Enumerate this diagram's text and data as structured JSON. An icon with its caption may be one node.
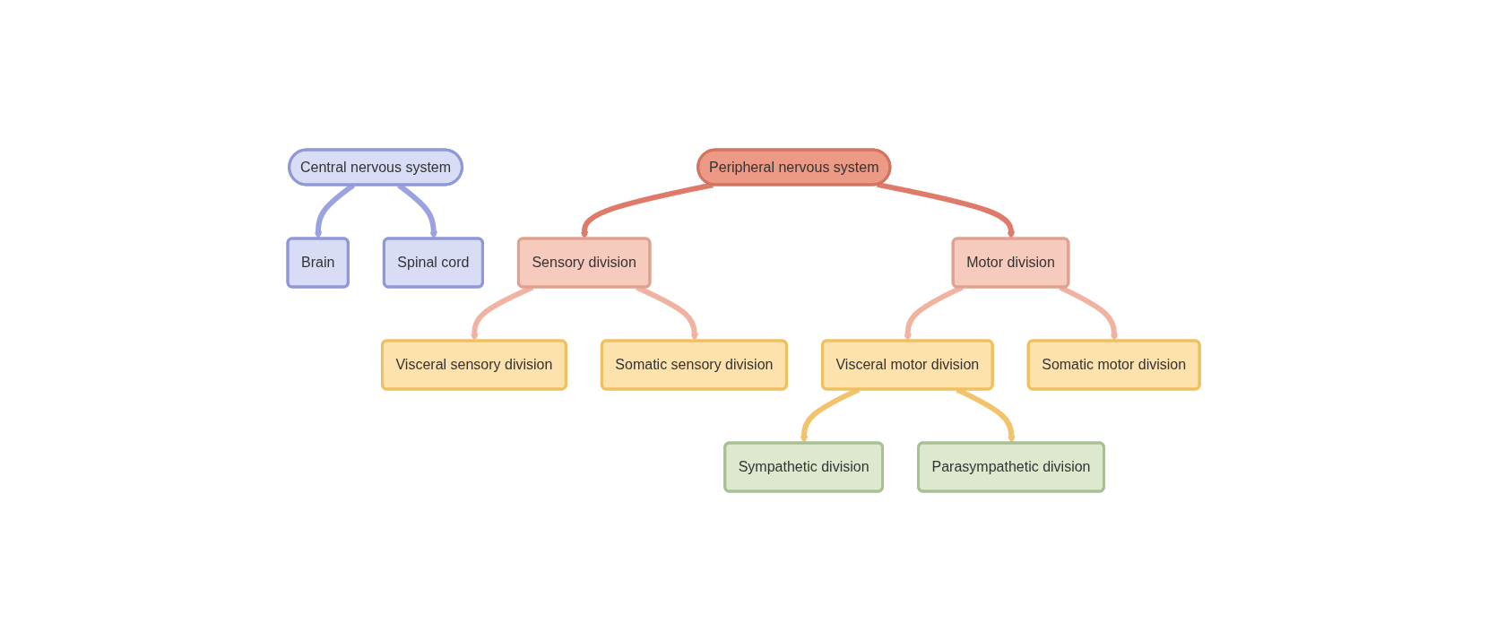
{
  "diagram": {
    "nodes": [
      {
        "text": [
          "Central nervous system"
        ]
      },
      {
        "text": [
          "Peripheral nervous system"
        ]
      },
      {
        "text": [
          "Brain"
        ]
      },
      {
        "text": [
          "Spinal cord"
        ]
      },
      {
        "text": [
          "Sensory division"
        ]
      },
      {
        "text": [
          "Motor division"
        ]
      },
      {
        "text": [
          "Visceral sensory division"
        ]
      },
      {
        "text": [
          "Somatic sensory division"
        ]
      },
      {
        "text": [
          "Visceral motor division"
        ]
      },
      {
        "text": [
          "Somatic motor division"
        ]
      },
      {
        "text": [
          "Sympathetic division"
        ]
      },
      {
        "text": [
          "Parasympathetic division"
        ]
      }
    ],
    "edges": [
      {
        "from": 0,
        "to": 2,
        "arrow": "to",
        "color": "#9aa3e0"
      },
      {
        "from": 0,
        "to": 3,
        "arrow": "to",
        "color": "#9aa3e0"
      },
      {
        "from": 1,
        "to": 4,
        "arrow": "to",
        "color": "#e07a68"
      },
      {
        "from": 1,
        "to": 5,
        "arrow": "to",
        "color": "#e07a68"
      },
      {
        "from": 4,
        "to": 6,
        "arrow": "to"
      },
      {
        "from": 4,
        "to": 7,
        "arrow": "to"
      },
      {
        "from": 5,
        "to": 8,
        "arrow": "to"
      },
      {
        "from": 5,
        "to": 9,
        "arrow": "to"
      },
      {
        "from": 8,
        "to": 10,
        "arrow": "to",
        "color": "#f2c36b"
      },
      {
        "from": 8,
        "to": 11,
        "arrow": "to",
        "color": "#f2c36b"
      }
    ]
  }
}
